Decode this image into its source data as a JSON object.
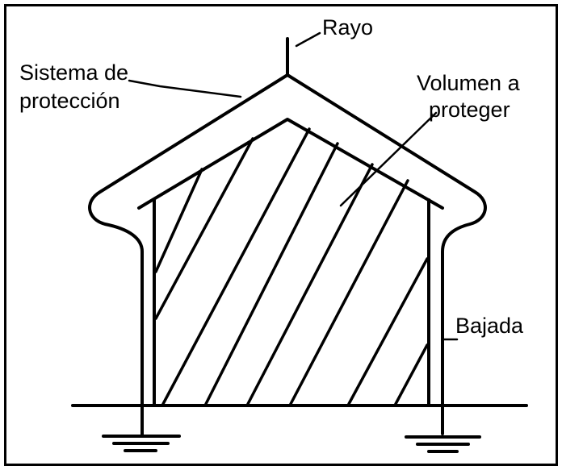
{
  "diagram": {
    "labels": {
      "rayo": "Rayo",
      "sistema_line1": "Sistema de",
      "sistema_line2": "protección",
      "volumen_line1": "Volumen a",
      "volumen_line2": "proteger",
      "bajada": "Bajada"
    }
  }
}
